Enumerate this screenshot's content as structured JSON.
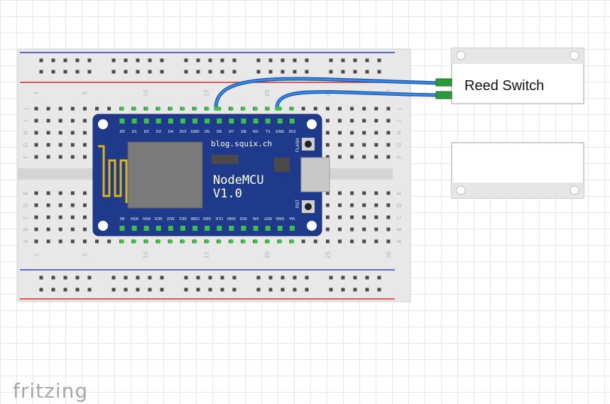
{
  "breadboard": {
    "row_letters_top": [
      "J",
      "I",
      "H",
      "G",
      "F"
    ],
    "row_letters_bottom": [
      "E",
      "D",
      "C",
      "B",
      "A"
    ],
    "column_numbers": [
      "1",
      "5",
      "10",
      "15",
      "20",
      "25",
      "30"
    ]
  },
  "nodemcu": {
    "title_line1": "NodeMCU",
    "title_line2": "V1.0",
    "website": "blog.squix.ch",
    "flash_label": "FLASH",
    "rst_label": "RST",
    "top_pins": [
      "D0",
      "D1",
      "D2",
      "D3",
      "D4",
      "3V3",
      "GND",
      "D5",
      "D6",
      "D7",
      "D8",
      "RX",
      "TX",
      "GND",
      "3V3"
    ],
    "bottom_pins": [
      "A0",
      "RSV",
      "RSV",
      "SD3",
      "SD2",
      "SD1",
      "CMD",
      "SD0",
      "CLK",
      "GND",
      "3V3",
      "EN",
      "RST",
      "GND",
      "Vin"
    ]
  },
  "components": {
    "reed_switch_label": "Reed Switch"
  },
  "colors": {
    "board_blue": "#1f3a8a",
    "wire_blue": "#1f6fd6",
    "pin_green": "#3cc24a",
    "breadboard": "#e9e9e9",
    "rail_red": "#d62b2b",
    "rail_blue": "#2b3fd6"
  },
  "watermark": "fritzing"
}
